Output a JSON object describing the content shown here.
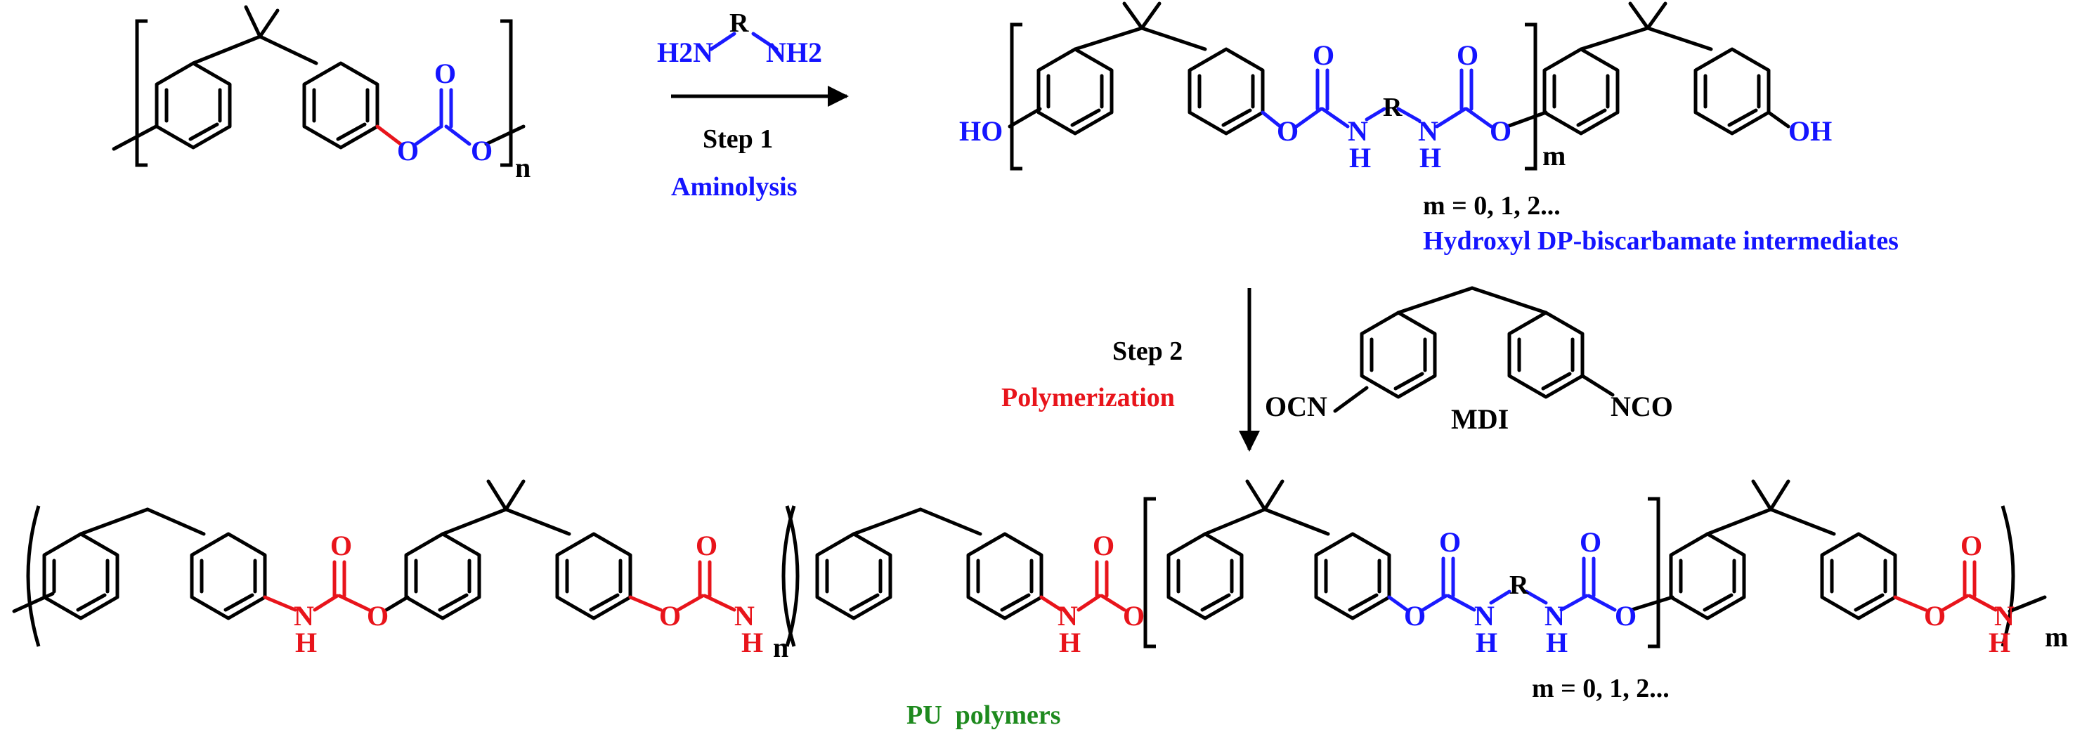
{
  "colors": {
    "black": "#000000",
    "blue": "#1414ff",
    "red": "#e8141b",
    "green": "#1e8a1e"
  },
  "reagent_step1": {
    "left": "H2N",
    "mid": "R",
    "right": "NH2"
  },
  "step1": {
    "label": "Step 1",
    "name": "Aminolysis"
  },
  "polycarbonate": {
    "repeat": "n",
    "O1": "O",
    "O2": "O",
    "O3": "O"
  },
  "intermediate": {
    "HO_left": "HO",
    "OH_right": "OH",
    "O_carbonyl1": "O",
    "O_ester1": "O",
    "N1": "N",
    "H1": "H",
    "R": "R",
    "N2": "N",
    "H2": "H",
    "O_carbonyl2": "O",
    "O_ester2": "O",
    "repeat": "m",
    "m_values": "m = 0, 1, 2...",
    "name": "Hydroxyl DP-biscarbamate intermediates"
  },
  "step2": {
    "label": "Step 2",
    "name": "Polymerization"
  },
  "mdi": {
    "left_group": "OCN",
    "right_group": "NCO",
    "name": "MDI"
  },
  "product": {
    "N1": "N",
    "H1": "H",
    "O1": "O",
    "O1b": "O",
    "O2": "O",
    "O2b": "O",
    "N2": "N",
    "H2": "H",
    "repeat_n": "n",
    "N3": "N",
    "H3": "H",
    "O3": "O",
    "O3b": "O",
    "O4": "O",
    "O4b": "O",
    "N4": "N",
    "H4": "H",
    "R": "R",
    "N5": "N",
    "H5": "H",
    "O5": "O",
    "O5b": "O",
    "O6": "O",
    "O6b": "O",
    "N6": "N",
    "H6": "H",
    "repeat_m": "m",
    "m_values": "m = 0, 1, 2...",
    "name": "PU  polymers"
  }
}
